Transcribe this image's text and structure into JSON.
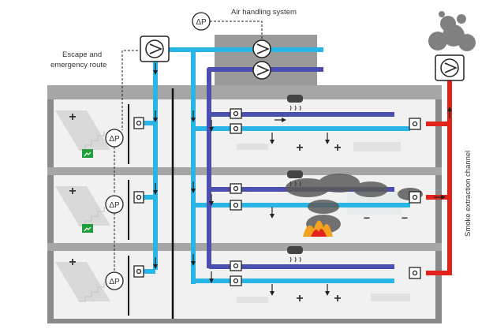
{
  "labels": {
    "air_handling_system": "Air handling system",
    "escape_route_line1": "Escape and",
    "escape_route_line2": "emergency route",
    "smoke_extraction_channel": "Smoke extraction channel",
    "delta_p": "ΔP",
    "plus_sign": "+",
    "minus_sign": "−"
  },
  "colors": {
    "supply_air": "#29b6e6",
    "exhaust_air": "#4a4fb0",
    "smoke_extraction": "#e3231b",
    "building_wall": "#8a8a8a",
    "floor_slab": "#a6a6a6",
    "interior": "#f1f1f1",
    "ahu_housing": "#9a9a9a",
    "smoke": "#666666",
    "fire": "#f4a21d",
    "exit_sign": "#1f9e3a",
    "pressure_plus": "#2f6fe0",
    "pressure_minus": "#2f6fe0"
  },
  "icons": {
    "fan": "fan-icon",
    "differential_pressure_sensor": "differential-pressure-sensor-icon",
    "damper": "damper-icon",
    "smoke_detector": "smoke-detector-icon",
    "fire": "fire-icon",
    "smoke_cloud": "smoke-cloud-icon",
    "emergency_exit": "emergency-exit-sign-icon"
  },
  "floors": [
    {
      "has_smoke": false,
      "has_fire": false,
      "pressure_signs": [
        "+",
        "+",
        "+"
      ]
    },
    {
      "has_smoke": true,
      "has_fire": true,
      "pressure_signs": [
        "+",
        "−",
        "−"
      ]
    },
    {
      "has_smoke": false,
      "has_fire": false,
      "pressure_signs": [
        "+",
        "+",
        "+"
      ]
    }
  ]
}
